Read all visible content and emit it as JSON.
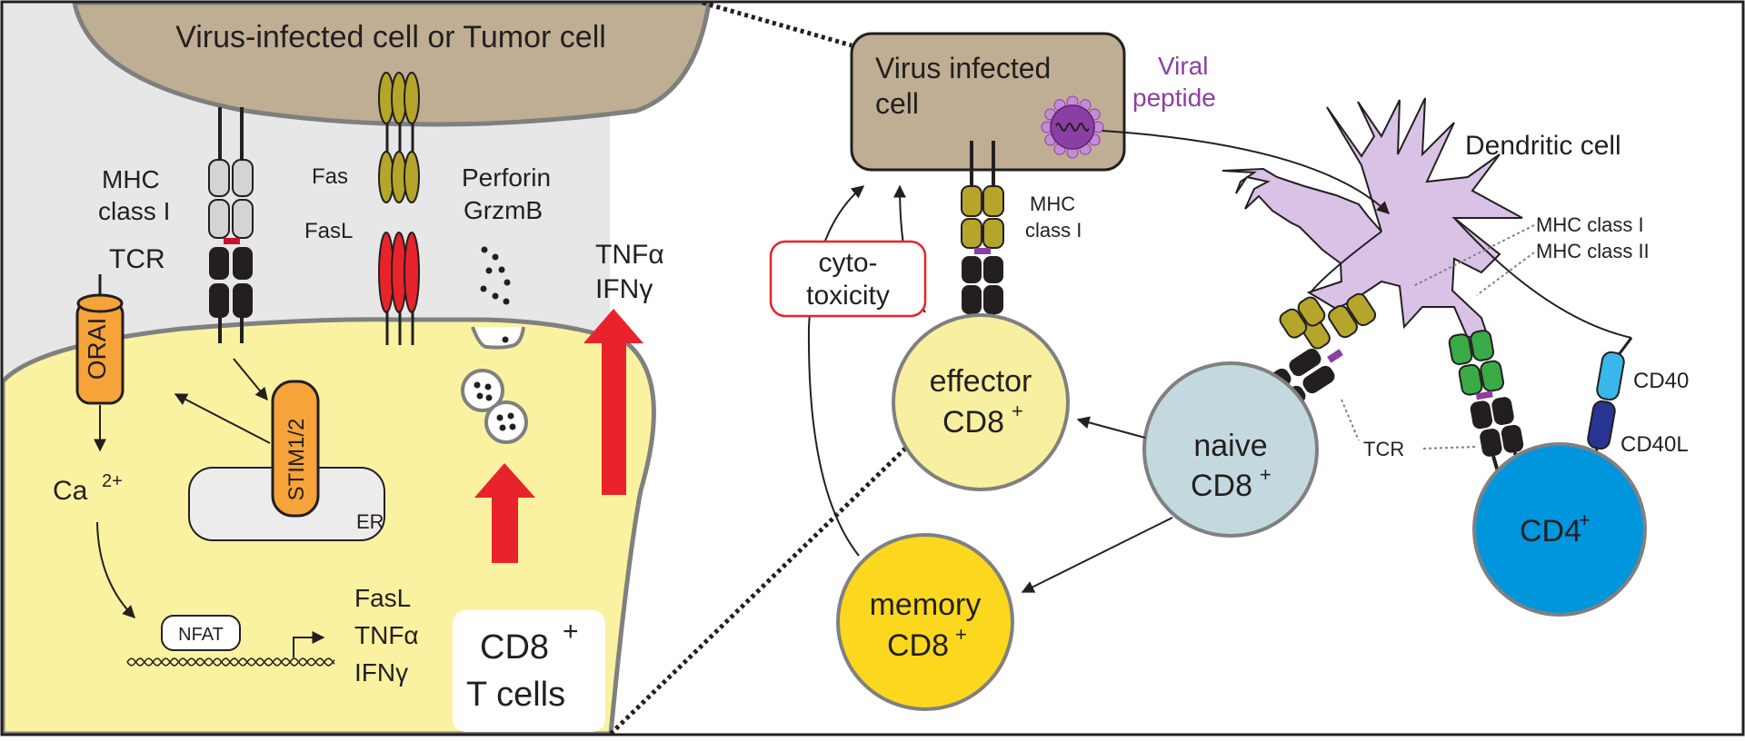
{
  "colors": {
    "background": "#e7e7e7",
    "infected_cell": "#bfae93",
    "cd8_cytoplasm": "#fbf2a1",
    "membrane_gray": "#808080",
    "mhc_gray": "#d4d4d4",
    "olive": "#b5a52a",
    "fasl_red": "#e8232b",
    "tcr_black": "#231f20",
    "arrow_red": "#e8232b",
    "orange": "#f6a33a",
    "er_gray": "#ececec",
    "dendritic_purple": "#d9c2e6",
    "viral_purple": "#8b3fa5",
    "effector_yellow": "#f8f0a0",
    "naive_blue": "#c4d9df",
    "memory_yellow": "#fbd81e",
    "cd4_blue": "#0096de",
    "cd40_light_blue": "#39b6ea",
    "cd40l_navy": "#283592",
    "mhc2_green": "#3aaa47"
  },
  "left_panel": {
    "infected_cell_title": "Virus-infected cell or Tumor cell",
    "mhc_label_line1": "MHC",
    "mhc_label_line2": "class I",
    "tcr_label": "TCR",
    "fas_label": "Fas",
    "fasl_label": "FasL",
    "perforin_label": "Perforin",
    "grzmb_label": "GrzmB",
    "tnf_label": "TNFα",
    "ifn_label": "IFNγ",
    "orai_label": "ORAI",
    "stim_label": "STIM1/2",
    "er_label": "ER",
    "calcium_label": "Ca",
    "calcium_sup": "2+",
    "nfat_label": "NFAT",
    "gene_fasl": "FasL",
    "gene_tnf": "TNFα",
    "gene_ifn": "IFNγ",
    "cd8_box_line1": "CD8",
    "cd8_box_sup": "+",
    "cd8_box_line2": "T cells"
  },
  "right_panel": {
    "infected_cell_line1": "Virus infected",
    "infected_cell_line2": "cell",
    "viral_peptide_line1": "Viral",
    "viral_peptide_line2": "peptide",
    "mhc_line1": "MHC",
    "mhc_line2": "class I",
    "dendritic_label": "Dendritic cell",
    "dc_mhc1": "MHC class I",
    "dc_mhc2": "MHC class II",
    "cytotoxicity_line1": "cyto-",
    "cytotoxicity_line2": "toxicity",
    "effector_line1": "effector",
    "effector_line2": "CD8",
    "naive_line1": "naive",
    "naive_line2": "CD8",
    "memory_line1": "memory",
    "memory_line2": "CD8",
    "cd8_sup": "+",
    "tcr_label": "TCR",
    "cd40_label": "CD40",
    "cd40l_label": "CD40L",
    "cd4_label": "CD4",
    "cd4_sup": "+"
  }
}
